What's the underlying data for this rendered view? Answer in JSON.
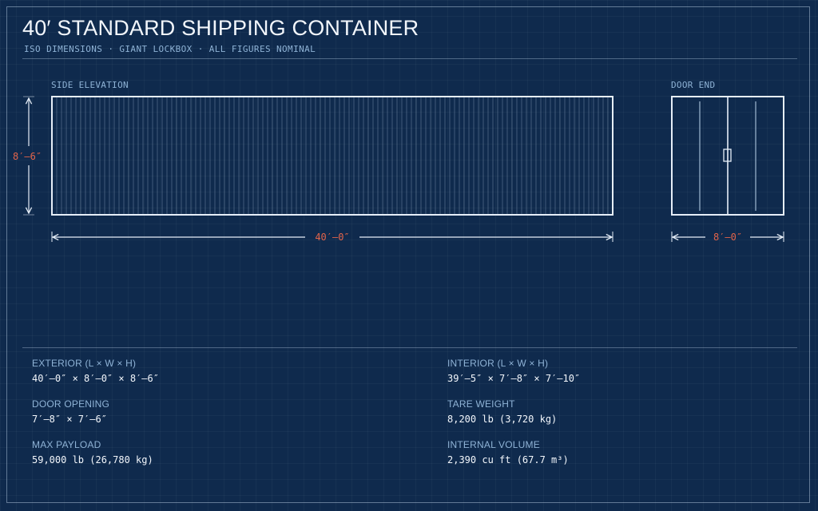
{
  "title": "40′ STANDARD SHIPPING CONTAINER",
  "subtitle": "ISO DIMENSIONS · GIANT LOCKBOX · ALL FIGURES NOMINAL",
  "views": {
    "side": {
      "label": "SIDE ELEVATION",
      "length_dim": "40′–0″",
      "height_dim": "8′–6″"
    },
    "door": {
      "label": "DOOR END",
      "width_dim": "8′–0″"
    }
  },
  "specs": {
    "exterior": {
      "label": "EXTERIOR (L × W × H)",
      "value": "40′–0″ × 8′–0″ × 8′–6″"
    },
    "door_opening": {
      "label": "DOOR OPENING",
      "value": "7′–8″ × 7′–6″"
    },
    "max_payload": {
      "label": "MAX PAYLOAD",
      "value": "59,000 lb (26,780 kg)"
    },
    "interior": {
      "label": "INTERIOR (L × W × H)",
      "value": "39′–5″ × 7′–8″ × 7′–10″"
    },
    "tare_weight": {
      "label": "TARE WEIGHT",
      "value": "8,200 lb (3,720 kg)"
    },
    "internal_volume": {
      "label": "INTERNAL VOLUME",
      "value": "2,390 cu ft (67.7 m³)"
    }
  },
  "colors": {
    "background": "#0f2a4d",
    "line": "#e6eef8",
    "dimension": "#e2644a",
    "muted": "#8fb3d6"
  }
}
